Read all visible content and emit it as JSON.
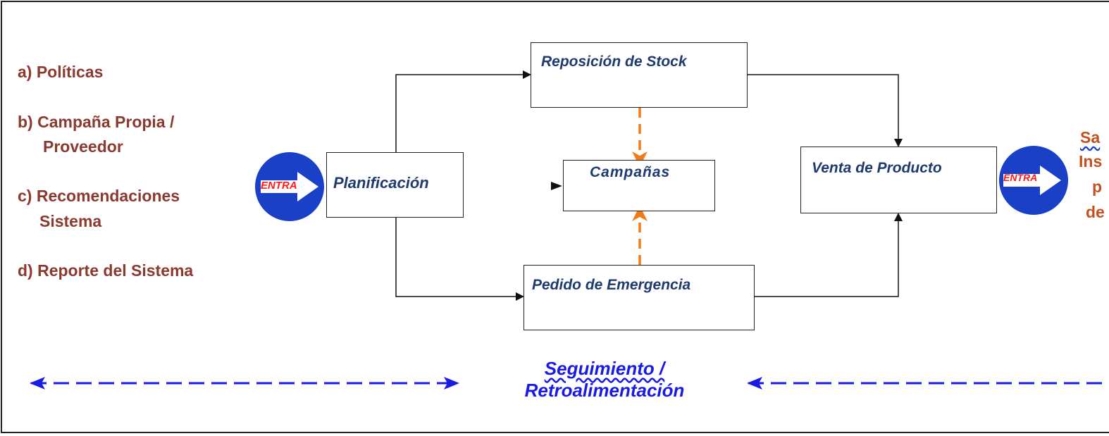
{
  "inputs": {
    "a": "a) Políticas",
    "b_line1": "b) Campaña Propia   /",
    "b_line2": "Proveedor",
    "c_line1": "c) Recomendaciones",
    "c_line2": "Sistema",
    "d": "d) Reporte del Sistema"
  },
  "nodes": {
    "planificacion": "Planificación",
    "reposicion": "Reposición de Stock",
    "campanas": "Campañas",
    "pedido": "Pedido de Emergencia",
    "venta": "Venta de Producto"
  },
  "badges": {
    "entry_text": "ENTRA",
    "exit_text": "ENTRA"
  },
  "output": {
    "line1": "Sa",
    "line2": "Ins",
    "line3": "p",
    "line4": "de"
  },
  "feedback": {
    "line1": "Seguimiento  /",
    "line2": "Retroalimentación"
  },
  "colors": {
    "input_text": "#8b3a2f",
    "node_text": "#1f3a6e",
    "badge_fill": "#1a40c8",
    "badge_text": "#ff1a1a",
    "campaign_arrows": "#f07d1a",
    "feedback_color": "#1a1ae6"
  }
}
